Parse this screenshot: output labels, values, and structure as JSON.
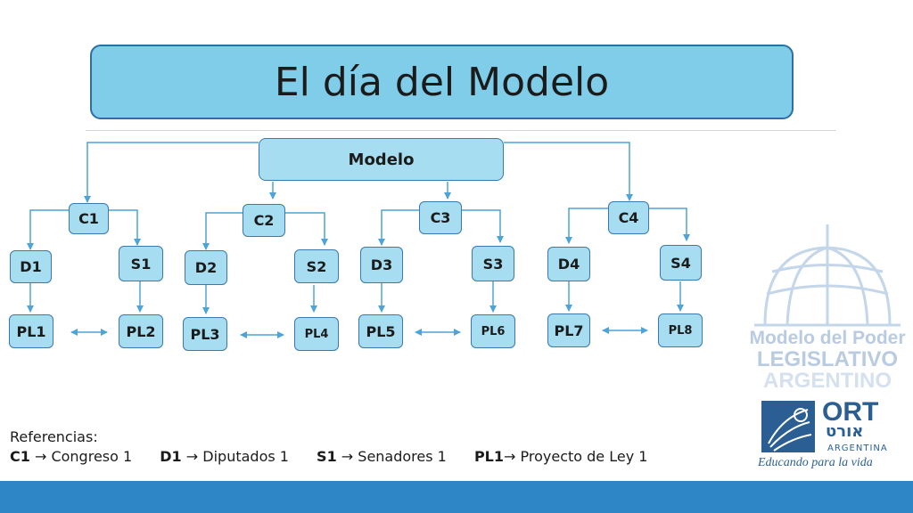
{
  "title": "El día del Modelo",
  "root": "Modelo",
  "congresos": [
    {
      "c": "C1",
      "d": "D1",
      "s": "S1",
      "pl_d": "PL1",
      "pl_s": "PL2"
    },
    {
      "c": "C2",
      "d": "D2",
      "s": "S2",
      "pl_d": "PL3",
      "pl_s": "PL4"
    },
    {
      "c": "C3",
      "d": "D3",
      "s": "S3",
      "pl_d": "PL5",
      "pl_s": "PL6"
    },
    {
      "c": "C4",
      "d": "D4",
      "s": "S4",
      "pl_d": "PL7",
      "pl_s": "PL8"
    }
  ],
  "referencias": {
    "heading": "Referencias:",
    "items": [
      {
        "abbr": "C1",
        "meaning": "Congreso 1"
      },
      {
        "abbr": "D1",
        "meaning": "Diputados 1"
      },
      {
        "abbr": "S1",
        "meaning": "Senadores 1"
      },
      {
        "abbr": "PL1",
        "meaning": "Proyecto de Ley 1"
      }
    ]
  },
  "logo_modelo": {
    "line1": "Modelo del Poder",
    "line2": "LEGISLATIVO",
    "line3": "ARGENTINO"
  },
  "logo_ort": {
    "name": "ORT",
    "hebrew": "אורט",
    "country": "ARGENTINA",
    "slogan": "Educando para la vida"
  },
  "colors": {
    "box_fill": "#a6ddf1",
    "title_fill": "#7fcde9",
    "border": "#3a78ad",
    "arrow": "#4ca4d8",
    "footer": "#2e86c6"
  }
}
